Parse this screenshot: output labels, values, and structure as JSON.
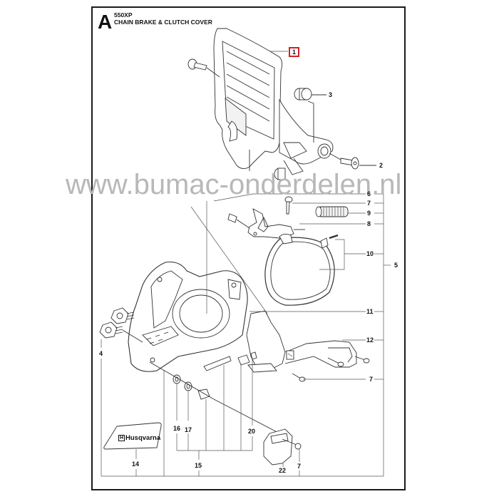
{
  "header": {
    "section_letter": "A",
    "model": "550XP",
    "title": "CHAIN BRAKE & CLUTCH COVER"
  },
  "watermark": "www.bumac-onderdelen.nl",
  "brand_logo": "Husqvarna",
  "colors": {
    "highlight_box": "#d0202a",
    "watermark": "#b8b8b8",
    "line": "#333333"
  },
  "callouts": [
    {
      "id": "c1",
      "label": "1",
      "highlighted": true
    },
    {
      "id": "c2",
      "label": "2"
    },
    {
      "id": "c3",
      "label": "3"
    },
    {
      "id": "c4",
      "label": "4"
    },
    {
      "id": "c5",
      "label": "5"
    },
    {
      "id": "c6",
      "label": "6"
    },
    {
      "id": "c7a",
      "label": "7"
    },
    {
      "id": "c8",
      "label": "8"
    },
    {
      "id": "c9",
      "label": "9"
    },
    {
      "id": "c10",
      "label": "10"
    },
    {
      "id": "c11",
      "label": "11"
    },
    {
      "id": "c12",
      "label": "12"
    },
    {
      "id": "c7b",
      "label": "7"
    },
    {
      "id": "c14",
      "label": "14"
    },
    {
      "id": "c15",
      "label": "15"
    },
    {
      "id": "c16",
      "label": "16"
    },
    {
      "id": "c17",
      "label": "17"
    },
    {
      "id": "c20",
      "label": "20"
    },
    {
      "id": "c22",
      "label": "22"
    },
    {
      "id": "c7c",
      "label": "7"
    }
  ]
}
